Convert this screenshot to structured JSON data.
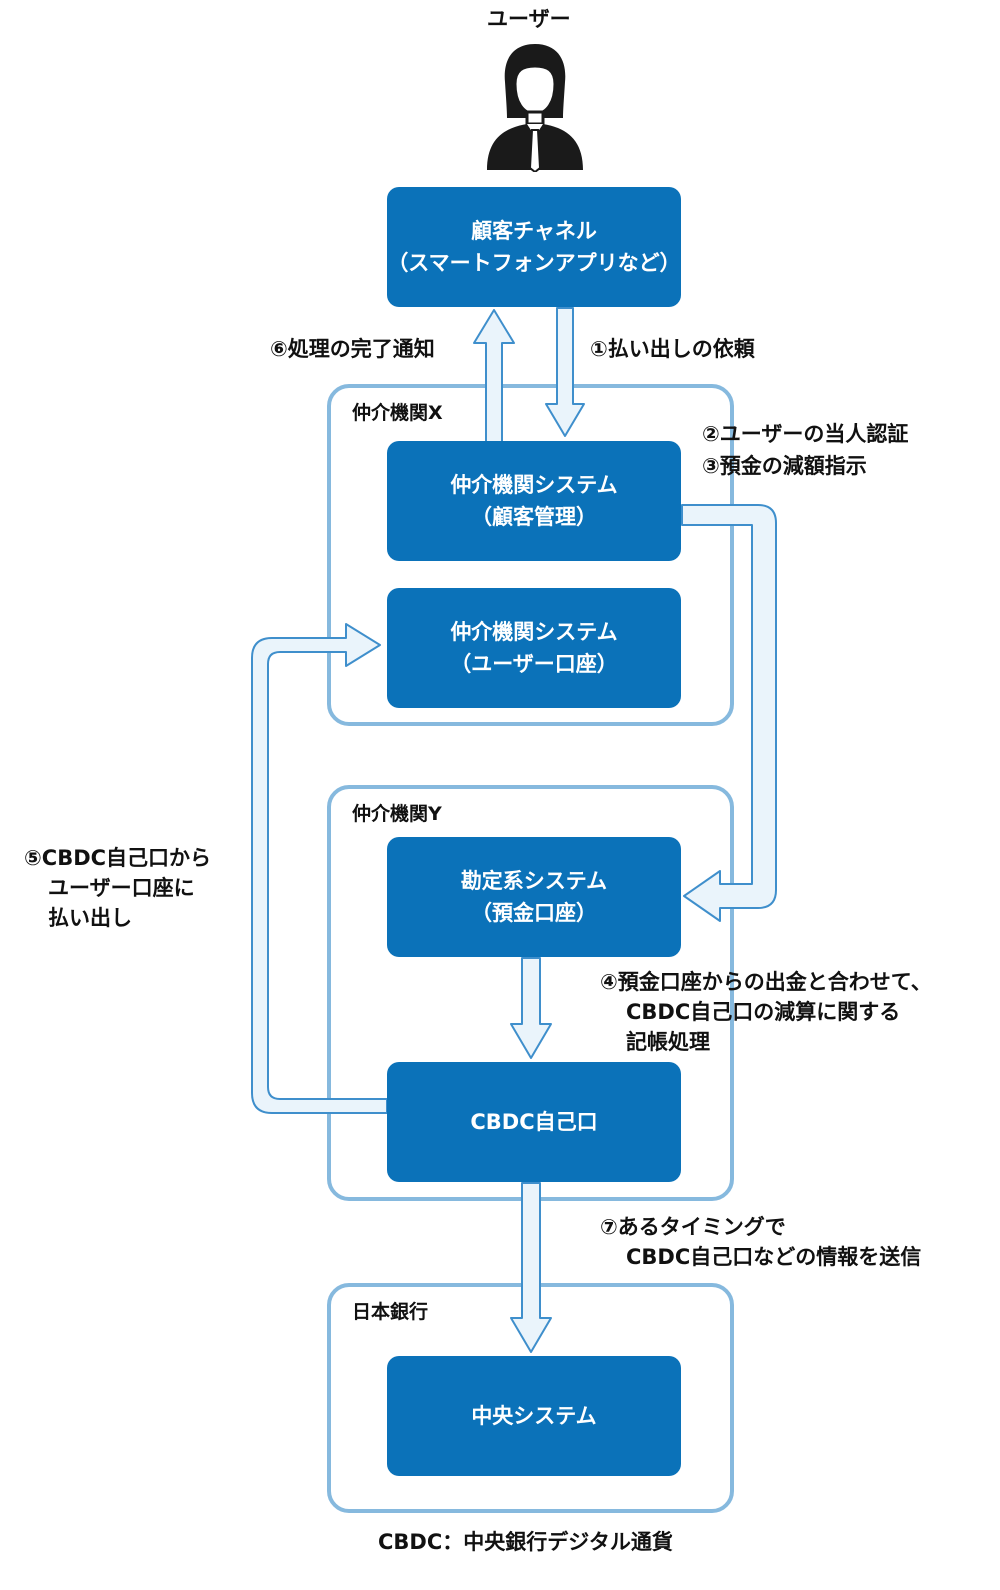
{
  "user": {
    "label": "ユーザー"
  },
  "boxes": {
    "channel": {
      "line1": "顧客チャネル",
      "line2": "（スマートフォンアプリなど）"
    },
    "x_customer": {
      "line1": "仲介機関システム",
      "line2": "（顧客管理）"
    },
    "x_account": {
      "line1": "仲介機関システム",
      "line2": "（ユーザー口座）"
    },
    "y_ledger": {
      "line1": "勘定系システム",
      "line2": "（預金口座）"
    },
    "cbdc_own": {
      "line1": "CBDC自己口"
    },
    "central": {
      "line1": "中央システム"
    }
  },
  "groups": {
    "x": "仲介機関X",
    "y": "仲介機関Y",
    "boj": "日本銀行"
  },
  "steps": {
    "s1": "①払い出しの依頼",
    "s2": "②ユーザーの当人認証",
    "s3": "③預金の減額指示",
    "s4": [
      "④預金口座からの出金と合わせて、",
      "CBDC自己口の減算に関する",
      "記帳処理"
    ],
    "s5": [
      "⑤CBDC自己口から",
      "ユーザー口座に",
      "払い出し"
    ],
    "s6": "⑥処理の完了通知",
    "s7": [
      "⑦あるタイミングで",
      "CBDC自己口などの情報を送信"
    ]
  },
  "footnote": "CBDC：中央銀行デジタル通貨",
  "colors": {
    "box": "#0b72b9",
    "frame": "#86b9de",
    "arrow_fill": "#eaf4fb",
    "arrow_stroke": "#3f8fcc",
    "person": "#1a1a1a"
  }
}
